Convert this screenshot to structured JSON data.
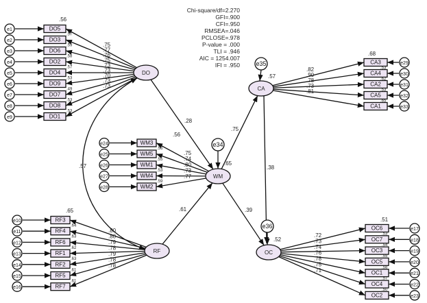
{
  "fit_indices": [
    "Chi-square/df=2.270",
    "GFI=.900",
    "CFI=.950",
    "RMSEA=.046",
    "PCLOSE=.978",
    "P-value = .000",
    "TLI = .946",
    "AIC = 1254.007",
    "IFI = .950"
  ],
  "colors": {
    "latent_fill": "#ede4f3",
    "indicator_fill": "#ede4f3",
    "stroke": "#111111"
  },
  "latents": {
    "DO": {
      "label": "DO"
    },
    "CA": {
      "label": "CA",
      "r2": ".57",
      "error": "e35"
    },
    "WM": {
      "label": "WM",
      "r2": ".65",
      "error": "e34"
    },
    "RF": {
      "label": "RF"
    },
    "OC": {
      "label": "OC",
      "r2": ".52",
      "error": "e36"
    }
  },
  "groups": {
    "DO": {
      "top_r2": ".56",
      "indicators": [
        {
          "name": "DO5",
          "error": "e1",
          "loading": ".75",
          "r2": ".57"
        },
        {
          "name": "DO3",
          "error": "e2",
          "loading": ".77",
          "r2": ".59"
        },
        {
          "name": "DO6",
          "error": "e3",
          "loading": ".76",
          "r2": ".58"
        },
        {
          "name": "DO2",
          "error": "e4",
          "loading": ".75",
          "r2": ".57"
        },
        {
          "name": "DO4",
          "error": "e5",
          "loading": ".73",
          "r2": ".53"
        },
        {
          "name": "DO9",
          "error": "e6",
          "loading": ".73",
          "r2": ".49"
        },
        {
          "name": "DO7",
          "error": "e7",
          "loading": ".70",
          "r2": ".53"
        },
        {
          "name": "DO8",
          "error": "e8",
          "loading": ".73",
          "r2": ".53"
        },
        {
          "name": "DO1",
          "error": "e9",
          "loading": ".73",
          "r2": ""
        }
      ]
    },
    "CA": {
      "top_r2": ".68",
      "indicators": [
        {
          "name": "CA3",
          "error": "e29",
          "loading": ".82",
          "r2": ".53"
        },
        {
          "name": "CA4",
          "error": "e30",
          "loading": ".90",
          "r2": ".62"
        },
        {
          "name": "CA2",
          "error": "e31",
          "loading": ".78",
          "r2": ".53"
        },
        {
          "name": "CA5",
          "error": "e32",
          "loading": ".73",
          "r2": ".65"
        },
        {
          "name": "CA1",
          "error": "e33",
          "loading": ".81",
          "r2": ""
        }
      ]
    },
    "WM": {
      "top_r2": ".56",
      "indicators": [
        {
          "name": "WM3",
          "error": "e24",
          "loading": ".75",
          "r2": ".56"
        },
        {
          "name": "WM5",
          "error": "e25",
          "loading": ".74",
          "r2": ".55"
        },
        {
          "name": "WM1",
          "error": "e26",
          "loading": ".80",
          "r2": ".53"
        },
        {
          "name": "WM4",
          "error": "e27",
          "loading": ".73",
          "r2": ".59"
        },
        {
          "name": "WM2",
          "error": "e28",
          "loading": ".77",
          "r2": ""
        }
      ]
    },
    "RF": {
      "top_r2": ".65",
      "indicators": [
        {
          "name": "RF3",
          "error": "e10",
          "loading": ".80",
          "r2": ".64"
        },
        {
          "name": "RF4",
          "error": "e11",
          "loading": ".80",
          "r2": ".63"
        },
        {
          "name": "RF6",
          "error": "e12",
          "loading": ".79",
          "r2": ".62"
        },
        {
          "name": "RF1",
          "error": "e13",
          "loading": ".78",
          "r2": ".63"
        },
        {
          "name": "RF2",
          "error": "e14",
          "loading": ".79",
          "r2": ".61"
        },
        {
          "name": "RF5",
          "error": "e15",
          "loading": ".78",
          "r2": ".61"
        },
        {
          "name": "RF7",
          "error": "e16",
          "loading": ".78",
          "r2": ""
        }
      ]
    },
    "OC": {
      "top_r2": ".51",
      "indicators": [
        {
          "name": "OC6",
          "error": "e17",
          "loading": ".72",
          "r2": ".53"
        },
        {
          "name": "OC7",
          "error": "e18",
          "loading": ".73",
          "r2": ".54"
        },
        {
          "name": "OC3",
          "error": "e19",
          "loading": ".74",
          "r2": ".55"
        },
        {
          "name": "OC5",
          "error": "e20",
          "loading": ".76",
          "r2": ".58"
        },
        {
          "name": "OC1",
          "error": "e21",
          "loading": ".78",
          "r2": ".57"
        },
        {
          "name": "OC4",
          "error": "e22",
          "loading": ".75",
          "r2": ".50"
        },
        {
          "name": "OC2",
          "error": "e23",
          "loading": ".71",
          "r2": ""
        }
      ]
    }
  },
  "paths": {
    "DO_WM": ".28",
    "RF_WM": ".61",
    "WM_CA": ".75",
    "WM_OC": ".39",
    "CA_OC": ".38",
    "DO_RF_cov": ".57"
  }
}
